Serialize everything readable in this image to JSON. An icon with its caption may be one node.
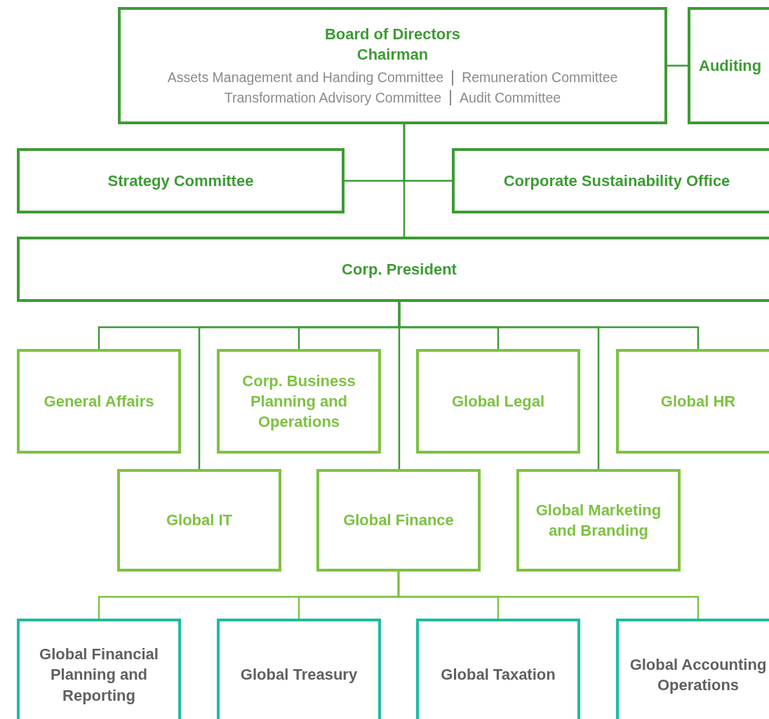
{
  "diagram": {
    "nodes": [
      {
        "text": [
          "Board of Directors",
          "Chairman",
          "Assets Management and Handing Committee",
          "Remuneration Committee",
          "Transformation Advisory Committee",
          "Audit Committee"
        ]
      },
      {
        "text": [
          "Auditing"
        ]
      },
      {
        "text": [
          "Strategy Committee"
        ]
      },
      {
        "text": [
          "Corporate Sustainability Office"
        ]
      },
      {
        "text": [
          "Corp. President"
        ]
      },
      {
        "text": [
          "General Affairs"
        ]
      },
      {
        "text": [
          "Corp. Business Planning and Operations"
        ]
      },
      {
        "text": [
          "Global Legal"
        ]
      },
      {
        "text": [
          "Global HR"
        ]
      },
      {
        "text": [
          "Global IT"
        ]
      },
      {
        "text": [
          "Global Finance"
        ]
      },
      {
        "text": [
          "Global Marketing and Branding"
        ]
      },
      {
        "text": [
          "Global Financial Planning and Reporting"
        ]
      },
      {
        "text": [
          "Global Treasury"
        ]
      },
      {
        "text": [
          "Global Taxation"
        ]
      },
      {
        "text": [
          "Global Accounting Operations"
        ]
      }
    ],
    "edges": [
      {
        "from": 0,
        "to": 1,
        "arrow": "none"
      },
      {
        "from": 0,
        "to": 2,
        "arrow": "none"
      },
      {
        "from": 0,
        "to": 3,
        "arrow": "none"
      },
      {
        "from": 0,
        "to": 4,
        "arrow": "none"
      },
      {
        "from": 4,
        "to": 5,
        "arrow": "none"
      },
      {
        "from": 4,
        "to": 6,
        "arrow": "none"
      },
      {
        "from": 4,
        "to": 7,
        "arrow": "none"
      },
      {
        "from": 4,
        "to": 8,
        "arrow": "none"
      },
      {
        "from": 4,
        "to": 9,
        "arrow": "none"
      },
      {
        "from": 4,
        "to": 10,
        "arrow": "none"
      },
      {
        "from": 4,
        "to": 11,
        "arrow": "none"
      },
      {
        "from": 10,
        "to": 12,
        "arrow": "none",
        "color": "#7dc242"
      },
      {
        "from": 10,
        "to": 13,
        "arrow": "none",
        "color": "#7dc242"
      },
      {
        "from": 10,
        "to": 14,
        "arrow": "none",
        "color": "#7dc242"
      },
      {
        "from": 10,
        "to": 15,
        "arrow": "none",
        "color": "#7dc242"
      }
    ]
  }
}
